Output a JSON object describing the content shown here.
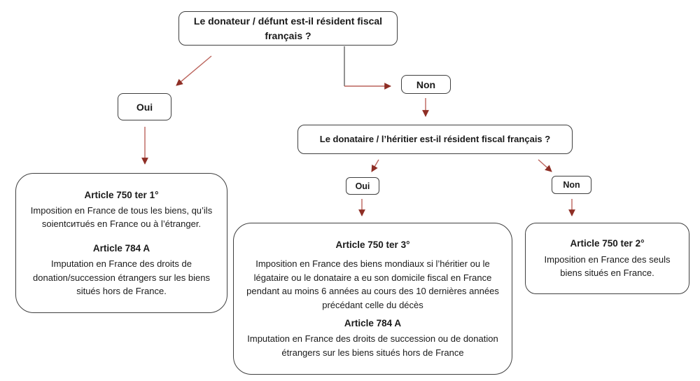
{
  "diagram": {
    "question1": "Le donateur / défunt est-il résident fiscal français ?",
    "branch1": {
      "yes": "Oui",
      "no": "Non"
    },
    "question2": "Le donataire / l’héritier est-il résident fiscal français ?",
    "branch2": {
      "yes": "Oui",
      "no": "Non"
    },
    "outcomes": {
      "left": {
        "sections": [
          {
            "title": "Article 750 ter 1°",
            "body": "Imposition en France de tous les biens, qu’ils soientситués en France ou à l’étranger."
          },
          {
            "title": "Article 784 A",
            "body": "Imputation en France des droits de donation/succession étrangers sur les biens situés hors de France."
          }
        ]
      },
      "middle": {
        "sections": [
          {
            "title": "Article 750 ter 3°",
            "body": "Imposition en France des biens mondiaux si l’héritier ou le légataire ou le donataire a eu son domicile fiscal en France pendant au moins 6 années au cours des 10 dernières années précédant celle du décès"
          },
          {
            "title": "Article 784 A",
            "body": "Imputation en France des droits de succession ou de donation étrangers sur les biens situés hors de France"
          }
        ]
      },
      "right": {
        "sections": [
          {
            "title": "Article 750 ter 2°",
            "body": "Imposition en France des seuls biens situés en France."
          }
        ]
      }
    },
    "colors": {
      "arrow_shaft": "#bb645c",
      "arrow_head": "#8e2e25",
      "connector_gray": "#595959",
      "node_border": "#3f3f3f",
      "text": "#1a1a1a",
      "background": "#ffffff"
    }
  }
}
